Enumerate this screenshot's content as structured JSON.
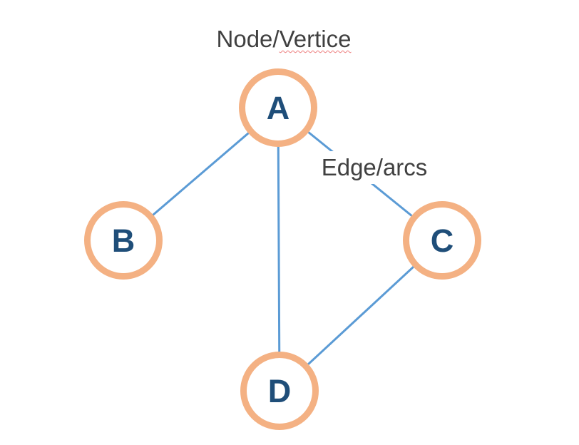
{
  "title": {
    "part1": "Node/",
    "part2": "Vertice",
    "has_spellcheck_squiggle_under_part2": true
  },
  "edge_label": "Edge/arcs",
  "graph": {
    "nodes": [
      {
        "id": "A",
        "label": "A"
      },
      {
        "id": "B",
        "label": "B"
      },
      {
        "id": "C",
        "label": "C"
      },
      {
        "id": "D",
        "label": "D"
      }
    ],
    "edges": [
      [
        "A",
        "B"
      ],
      [
        "A",
        "C"
      ],
      [
        "A",
        "D"
      ],
      [
        "C",
        "D"
      ]
    ]
  },
  "colors": {
    "background": "#FFFFFF",
    "node_ring": "#F4B183",
    "node_fill": "#FFFFFF",
    "node_letter": "#1F4E79",
    "edge_line": "#5B9BD5",
    "label_text": "#404040",
    "spellcheck_squiggle": "#ED7D7D"
  }
}
